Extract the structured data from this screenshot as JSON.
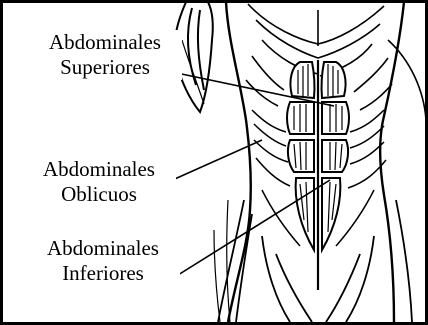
{
  "labels": {
    "superiores": {
      "line1": "Abdominales",
      "line2": "Superiores"
    },
    "oblicuos": {
      "line1": "Abdominales",
      "line2": "Oblicuos"
    },
    "inferiores": {
      "line1": "Abdominales",
      "line2": "Inferiores"
    }
  },
  "colors": {
    "ink": "#000000",
    "paper": "#ffffff"
  }
}
